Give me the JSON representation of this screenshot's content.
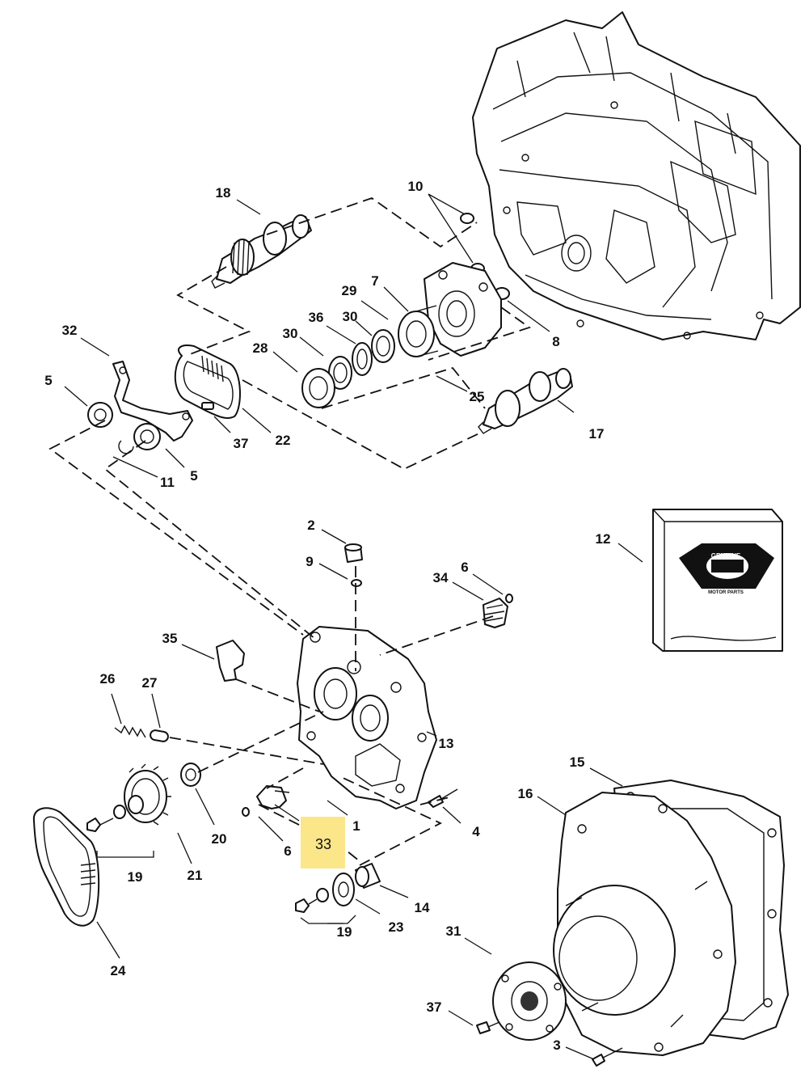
{
  "diagram": {
    "callouts": {
      "c18": "18",
      "c10": "10",
      "c7": "7",
      "c29": "29",
      "c36": "36",
      "c30a": "30",
      "c30b": "30",
      "c28": "28",
      "c32": "32",
      "c8": "8",
      "c5a": "5",
      "c25": "25",
      "c17": "17",
      "c37a": "37",
      "c22": "22",
      "c5b": "5",
      "c11": "11",
      "c2": "2",
      "c12": "12",
      "c9": "9",
      "c6a": "6",
      "c34": "34",
      "c35": "35",
      "c26": "26",
      "c27": "27",
      "c13": "13",
      "c15": "15",
      "c16": "16",
      "c20": "20",
      "c1": "1",
      "c4": "4",
      "c6b": "6",
      "c33": "33",
      "c19a": "19",
      "c21": "21",
      "c14": "14",
      "c19b": "19",
      "c23": "23",
      "c31": "31",
      "c24": "24",
      "c37b": "37",
      "c3": "3"
    },
    "highlight_color": "#FBE68A",
    "highlighted_callout": "33",
    "box_logo_text": [
      "GENUINE",
      "MOTOR PARTS"
    ]
  }
}
